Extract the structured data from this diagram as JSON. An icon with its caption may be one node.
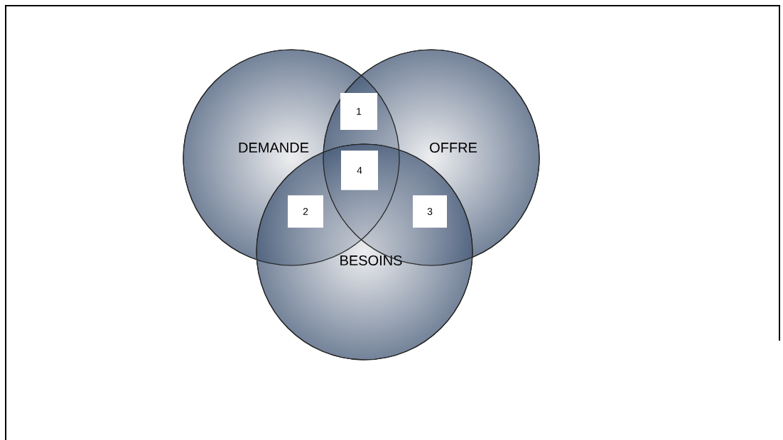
{
  "diagram": {
    "nodes": [
      {
        "text": [
          "DEMANDE"
        ]
      },
      {
        "text": [
          "OFFRE"
        ]
      },
      {
        "text": [
          "BESOINS"
        ]
      },
      {
        "text": [
          "1"
        ]
      },
      {
        "text": [
          "4"
        ]
      },
      {
        "text": [
          "2"
        ]
      },
      {
        "text": [
          "3"
        ]
      }
    ]
  }
}
